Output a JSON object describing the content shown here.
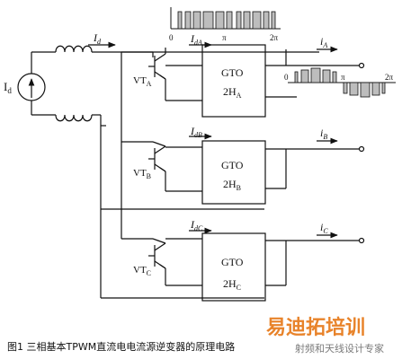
{
  "source": {
    "label": "I",
    "sub": "d"
  },
  "dc_current": {
    "label": "I",
    "sub": "d"
  },
  "phases": [
    {
      "branch_label": "I",
      "branch_sub": "dA",
      "switch_label": "VT",
      "switch_sub": "A",
      "gto_line1": "GTO",
      "gto_line2": "2H",
      "gto_sub": "A",
      "out_label": "i",
      "out_sub": "A"
    },
    {
      "branch_label": "I",
      "branch_sub": "dB",
      "switch_label": "VT",
      "switch_sub": "B",
      "gto_line1": "GTO",
      "gto_line2": "2H",
      "gto_sub": "B",
      "out_label": "i",
      "out_sub": "B"
    },
    {
      "branch_label": "I",
      "branch_sub": "dC",
      "switch_label": "VT",
      "switch_sub": "C",
      "gto_line1": "GTO",
      "gto_line2": "2H",
      "gto_sub": "C",
      "out_label": "i",
      "out_sub": "C"
    }
  ],
  "waveform_top": {
    "tick_0": "0",
    "tick_pi": "π",
    "tick_2pi": "2π"
  },
  "waveform_right": {
    "tick_0": "0",
    "tick_pi": "π",
    "tick_2pi": "2π"
  },
  "caption": "图1   三相基本TPWM直流电电流源逆变器的原理电路",
  "watermark": {
    "title": "易迪拓培训",
    "subtitle": "射频和天线设计专家"
  },
  "colors": {
    "line": "#111111",
    "watermark_orange": "#e8832a",
    "watermark_gray": "#7a7a7a"
  }
}
